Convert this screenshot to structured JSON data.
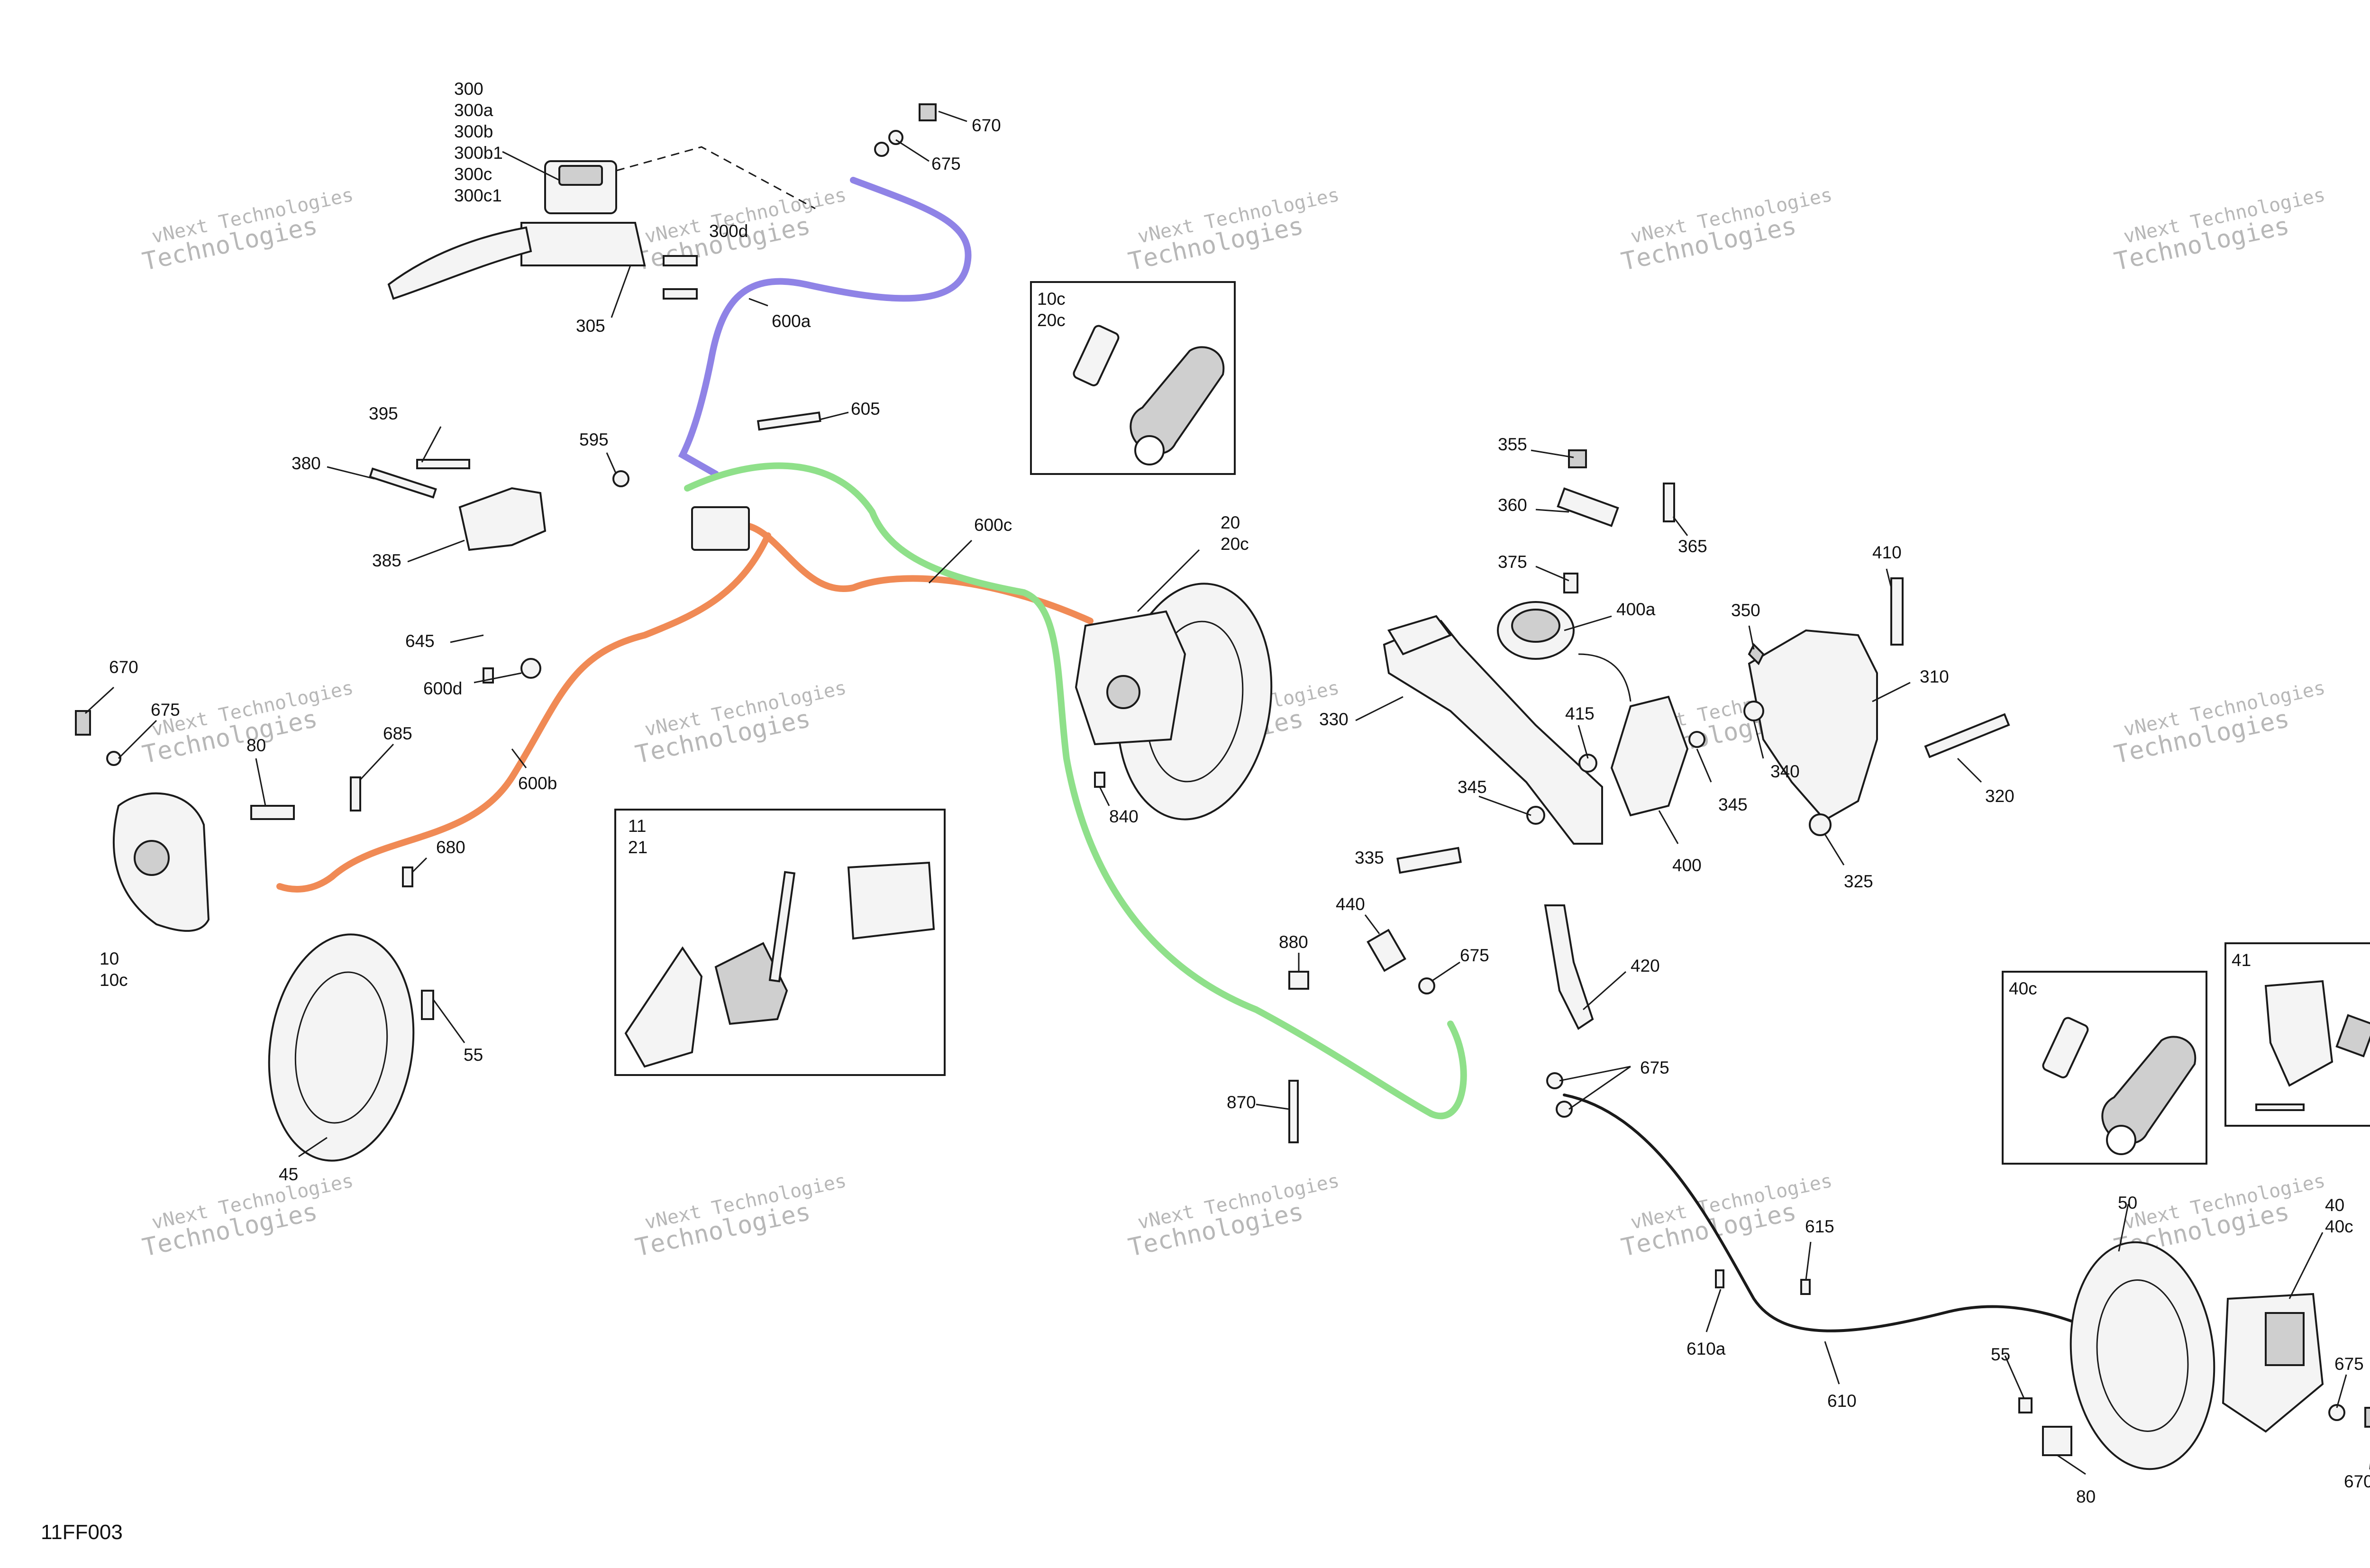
{
  "watermark": "vNext Technologies",
  "diagram_code": "11FF003",
  "colors": {
    "line_purple": "#8f83e6",
    "line_orange": "#f08a55",
    "line_green": "#8fe08a",
    "ink": "#1a1a1a",
    "watermark": "#b7b7b7"
  },
  "callouts": {
    "c300": "300",
    "c300a": "300a",
    "c300b": "300b",
    "c300b1": "300b1",
    "c300c": "300c",
    "c300c1": "300c1",
    "c300d": "300d",
    "c305": "305",
    "c670a": "670",
    "c675a": "675",
    "c600a": "600a",
    "c10c_box": "10c",
    "c20c_box": "20c",
    "c395": "395",
    "c380": "380",
    "c385": "385",
    "c595": "595",
    "c605": "605",
    "c600c": "600c",
    "c20": "20",
    "c20c": "20c",
    "c645": "645",
    "c600d": "600d",
    "c600b": "600b",
    "c670b": "670",
    "c675b": "675",
    "c80a": "80",
    "c685": "685",
    "c680": "680",
    "c10": "10",
    "c10c": "10c",
    "c11_box": "11",
    "c21_box": "21",
    "c55a": "55",
    "c45": "45",
    "c840": "840",
    "c355": "355",
    "c360": "360",
    "c365": "365",
    "c375": "375",
    "c400a": "400a",
    "c350": "350",
    "c410": "410",
    "c310": "310",
    "c330": "330",
    "c415": "415",
    "c340": "340",
    "c345a": "345",
    "c345b": "345",
    "c320": "320",
    "c335": "335",
    "c400": "400",
    "c325": "325",
    "c440": "440",
    "c880": "880",
    "c675c": "675",
    "c420": "420",
    "c675d": "675",
    "c870": "870",
    "c40c_box": "40c",
    "c41_box": "41",
    "c50": "50",
    "c40": "40",
    "c40c": "40c",
    "c615": "615",
    "c610a": "610a",
    "c610": "610",
    "c55b": "55",
    "c675e": "675",
    "c80b": "80",
    "c670c": "670"
  }
}
